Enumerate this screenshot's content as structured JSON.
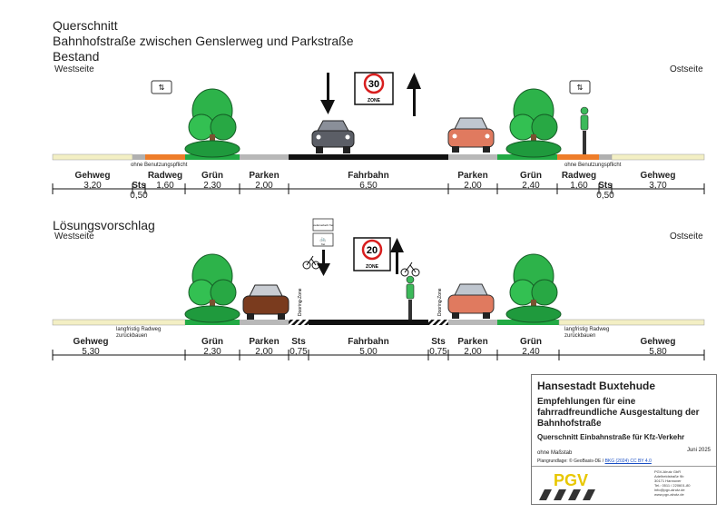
{
  "header": {
    "title": "Querschnitt",
    "subtitle": "Bahnhofstraße zwischen Genslerweg und Parkstraße",
    "state": "Bestand"
  },
  "section_existing": {
    "west": "Westseite",
    "east": "Ostseite",
    "speed_sign": "30",
    "zone_word": "ZONE",
    "note_left": "ohne Benutzungspflicht",
    "note_right": "ohne Benutzungspflicht",
    "segments": [
      {
        "label": "Gehweg",
        "width": "3,20"
      },
      {
        "label": "Sts",
        "width": "0,50"
      },
      {
        "label": "Radweg",
        "width": "1,60"
      },
      {
        "label": "Grün",
        "width": "2,30"
      },
      {
        "label": "Parken",
        "width": "2,00"
      },
      {
        "label": "Fahrbahn",
        "width": "6,50"
      },
      {
        "label": "Parken",
        "width": "2,00"
      },
      {
        "label": "Grün",
        "width": "2,40"
      },
      {
        "label": "Radweg",
        "width": "1,60"
      },
      {
        "label": "Sts",
        "width": "0,50"
      },
      {
        "label": "Gehweg",
        "width": "3,70"
      }
    ]
  },
  "section_proposal": {
    "title": "Lösungsvorschlag",
    "west": "Westseite",
    "east": "Ostseite",
    "speed_sign": "20",
    "zone_word": "ZONE",
    "note_left": "langfristig Radweg zurückbauen",
    "note_right": "langfristig Radweg zurückbauen",
    "dooring_left": "Dooring-Zone",
    "dooring_right": "Dooring-Zone",
    "sign_text": "Lieferverkehr frei",
    "sign_frei": "frei",
    "segments": [
      {
        "label": "Gehweg",
        "width": "5,30"
      },
      {
        "label": "Grün",
        "width": "2,30"
      },
      {
        "label": "Parken",
        "width": "2,00"
      },
      {
        "label": "Sts",
        "width": "0,75"
      },
      {
        "label": "Fahrbahn",
        "width": "5,00"
      },
      {
        "label": "Sts",
        "width": "0,75"
      },
      {
        "label": "Parken",
        "width": "2,00"
      },
      {
        "label": "Grün",
        "width": "2,40"
      },
      {
        "label": "Gehweg",
        "width": "5,80"
      }
    ]
  },
  "titleblock": {
    "org": "Hansestadt Buxtehude",
    "heading": "Empfehlungen für eine fahrradfreundliche Ausgestaltung der Bahnhofstraße",
    "subheading": "Querschnitt Einbahnstraße für Kfz-Verkehr",
    "scale": "ohne Maßstab",
    "date": "Juni 2025",
    "basis_prefix": "Plangrundlage: © GeoBasis-DE / ",
    "basis_link": "BKG (2024) CC BY 4.0",
    "logo": "PGV",
    "address": [
      "PGV-Alrutz GbR",
      "Adelheidstraße 9b",
      "30171 Hannover",
      "Tel.: 0511 / 220601-80",
      "info@pgv-alrutz.de",
      "www.pgv-alrutz.de"
    ]
  },
  "colors": {
    "sidewalk": "#f3efc4",
    "bike_lane": "#ee7d2a",
    "curb": "#b0b0b0",
    "green": "#22aa44",
    "parking": "#b8b8b8",
    "road": "#111111",
    "car_red": "#e07a5f",
    "car_brown": "#7a3b1e",
    "car_grey": "#5b5e66"
  }
}
